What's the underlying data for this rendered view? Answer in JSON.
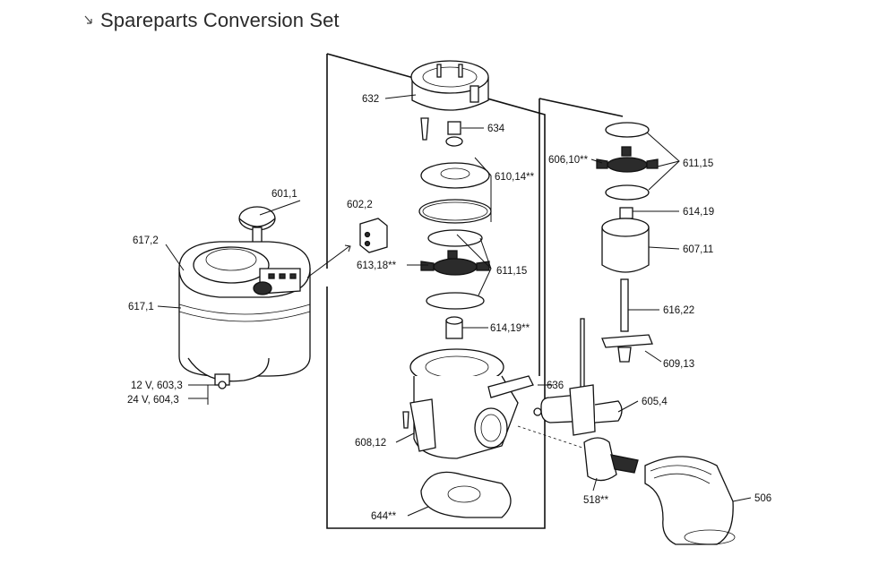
{
  "title": "Spareparts Conversion Set",
  "icons": {
    "header_arrow": "arrow-icon"
  },
  "labels": {
    "l632": "632",
    "l634": "634",
    "l610": "610,14**",
    "l611a": "611,15",
    "l613": "613,18**",
    "l614a": "614,19**",
    "l636": "636",
    "l608": "608,12",
    "l644": "644**",
    "l601": "601,1",
    "l602": "602,2",
    "l6172": "617,2",
    "l6171": "617,1",
    "l603": "12 V, 603,3",
    "l604": "24 V, 604,3",
    "l606": "606,10**",
    "l611b": "611,15",
    "l614b": "614,19",
    "l607": "607,11",
    "l616": "616,22",
    "l609": "609,13",
    "l605": "605,4",
    "l518": "518**",
    "l506": "506"
  }
}
